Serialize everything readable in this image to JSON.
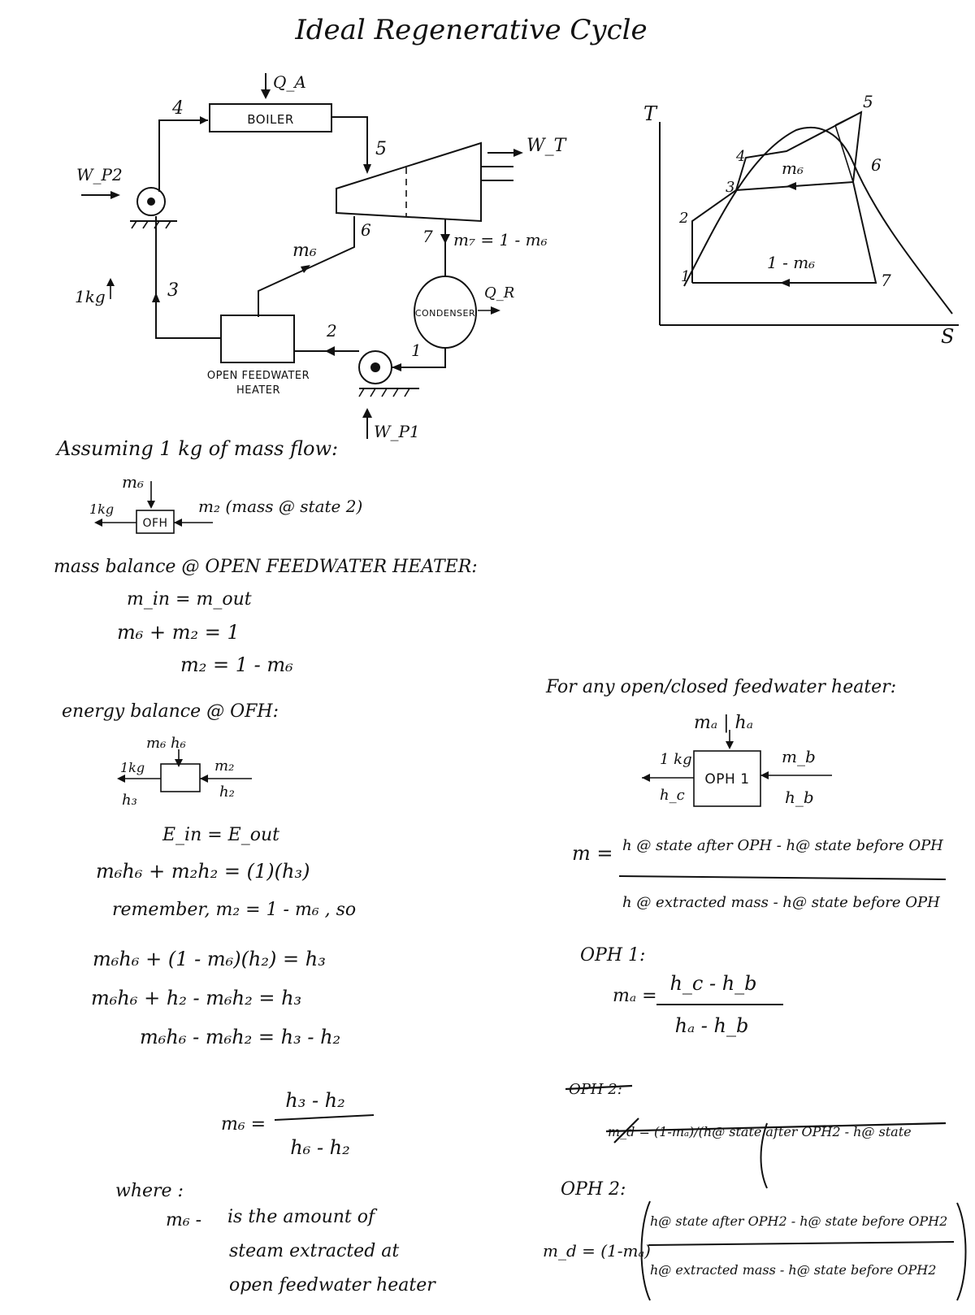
{
  "title": "Ideal Regenerative Cycle",
  "schematic": {
    "boiler": "BOILER",
    "qa": "Q_A",
    "wt": "W_T",
    "wp2": "W_P2",
    "wp1": "W_P1",
    "qr": "Q_R",
    "condenser": "CONDENSER",
    "ofh_label_line1": "OPEN FEEDWATER",
    "ofh_label_line2": "HEATER",
    "state_labels": [
      "1",
      "2",
      "3",
      "4",
      "5",
      "6",
      "7"
    ],
    "m6": "m₆",
    "m7": "m₇ = 1 - m₆",
    "one_kg": "1kg"
  },
  "ts_diagram": {
    "t_axis": "T",
    "s_axis": "S",
    "state_labels": [
      "1",
      "2",
      "3",
      "4",
      "5",
      "6",
      "7"
    ],
    "m6": "m₆",
    "one_minus_m6": "1 - m₆"
  },
  "left_notes": {
    "assuming": "Assuming 1 kg of mass flow:",
    "sketch1_m6": "m₆",
    "sketch1_1kg": "1kg",
    "sketch1_box": "OFH",
    "sketch1_m2": "m₂ (mass @ state 2)",
    "mass_balance_label": "mass balance @ OPEN FEEDWATER HEATER:",
    "eq1": "m_in = m_out",
    "eq2": "m₆ + m₂ = 1",
    "eq3": "m₂ = 1 - m₆",
    "energy_balance_label": "energy balance @ OFH:",
    "sketch2_top": "m₆ h₆",
    "sketch2_1kg": "1kg",
    "sketch2_h3": "h₃",
    "sketch2_m2": "m₂",
    "sketch2_h2": "h₂",
    "eq4": "E_in = E_out",
    "eq5": "m₆h₆ + m₂h₂ = (1)(h₃)",
    "eq6": "remember,  m₂ = 1 - m₆ , so",
    "eq7": "m₆h₆ + (1 - m₆)(h₂) = h₃",
    "eq8": "m₆h₆ + h₂ - m₆h₂ = h₃",
    "eq9": "m₆h₆ - m₆h₂ = h₃ - h₂",
    "eq10_lhs": "m₆ =",
    "eq10_num": "h₃ - h₂",
    "eq10_den": "h₆ - h₂",
    "where": "where :",
    "where_m6": "m₆  -",
    "where_text1": "is the amount of",
    "where_text2": "steam extracted at",
    "where_text3": "open feedwater heater"
  },
  "right_notes": {
    "for_any": "For any open/closed feedwater heater:",
    "sk_top": "mₐ | hₐ",
    "sk_1kg": "1 kg",
    "sk_hc": "h_c",
    "sk_box": "OPH 1",
    "sk_mb": "m_b",
    "sk_hb": "h_b",
    "general_lhs": "m =",
    "general_num": "h @ state after OPH  -  h@ state before OPH",
    "general_den": "h @ extracted mass - h@ state before OPH",
    "oph1": "OPH 1:",
    "oph1_lhs": "mₐ =",
    "oph1_num": "h_c - h_b",
    "oph1_den": "hₐ - h_b",
    "crossed1": "OPH 2:",
    "crossed2": "m_d = (1-mₐ)/(h@ state after OPH2 - h@ state",
    "oph2": "OPH 2:",
    "oph2_lhs": "m_d = (1-mₐ)",
    "oph2_num": "h@ state after OPH2 - h@ state before OPH2",
    "oph2_den": "h@ extracted mass - h@ state before OPH2"
  }
}
